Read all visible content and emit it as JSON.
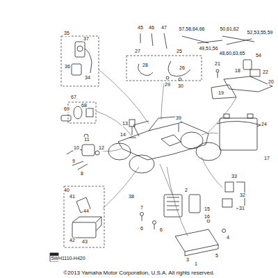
{
  "diagram": {
    "caption": "©2013 Yamaha Motor Corporation, U.S.A. All rights reserved.",
    "labels": [
      "45",
      "46",
      "47",
      "57,58,64,66",
      "50,61,62",
      "52,53,55,59",
      "35",
      "37",
      "49,51,56",
      "48,60,63,65",
      "27",
      "25",
      "54",
      "28",
      "26",
      "21",
      "18",
      "22",
      "36",
      "34",
      "20",
      "29",
      "30",
      "19",
      "67",
      "68",
      "69",
      "13",
      "39",
      "24",
      "14",
      "11",
      "10",
      "12",
      "17",
      "9",
      "8",
      "33",
      "40",
      "41",
      "32",
      "38",
      "31",
      "44",
      "7",
      "2",
      "15",
      "16",
      "6",
      "6",
      "43",
      "4",
      "5",
      "42",
      "3",
      "1",
      "5WH1110-H420"
    ]
  }
}
